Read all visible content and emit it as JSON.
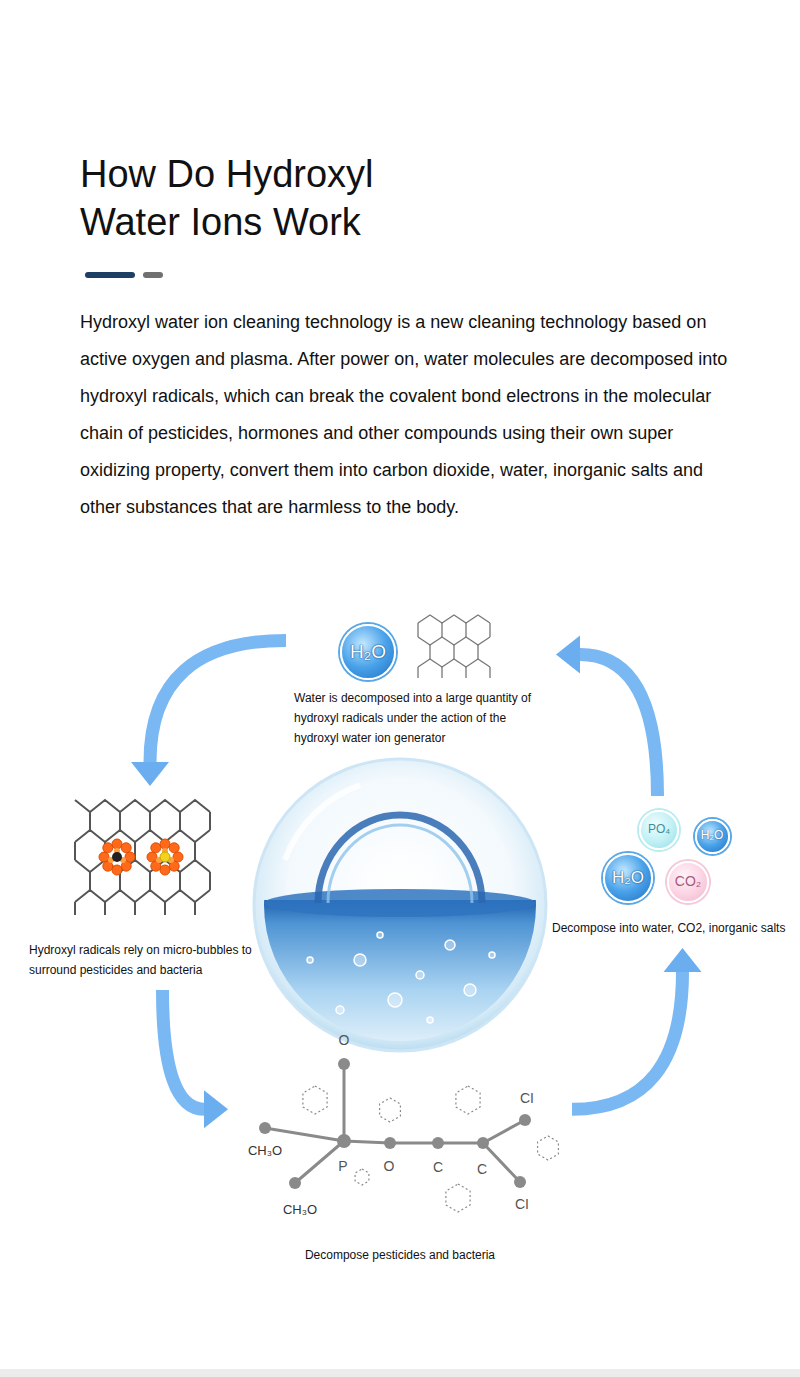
{
  "diagram": {
    "title": "How Do Hydroxyl Water Ions Work",
    "nodes": [
      {
        "text": [
          "Water is decomposed into a large quantity of hydroxyl radicals under the action of the hydroxyl water ion generator"
        ]
      },
      {
        "text": [
          "H₂O"
        ],
        "in": 0
      },
      {
        "text": [
          "Hydroxyl radicals rely on micro-bubbles to surround pesticides and bacteria"
        ]
      },
      {
        "text": [
          "Decompose into water, CO2, inorganic salts"
        ]
      },
      {
        "text": [
          "PO₄"
        ],
        "in": 3
      },
      {
        "text": [
          "H₂O"
        ],
        "in": 3
      },
      {
        "text": [
          "H₂O"
        ],
        "in": 3
      },
      {
        "text": [
          "CO₂"
        ],
        "in": 3
      },
      {
        "text": [
          "Decompose pesticides and bacteria"
        ]
      }
    ],
    "edges": [
      {
        "from": 0,
        "to": 2,
        "arrow": "to"
      },
      {
        "from": 2,
        "to": 8,
        "arrow": "to"
      },
      {
        "from": 8,
        "to": 3,
        "arrow": "to"
      },
      {
        "from": 3,
        "to": 0,
        "arrow": "to"
      }
    ],
    "labels": [
      "Hydroxyl water ion cleaning technology is a new cleaning technology based on active oxygen and plasma. After power on, water molecules are decomposed into hydroxyl radicals, which can break the covalent bond electrons in the molecular chain of pesticides, hormones and other compounds using their own super oxidizing property, convert them into carbon dioxide, water, inorganic salts and other substances that are harmless to the body.",
      "O",
      "CI",
      "CH₃O",
      "P",
      "O",
      "C",
      "C",
      "CI",
      "CH₃O"
    ]
  }
}
